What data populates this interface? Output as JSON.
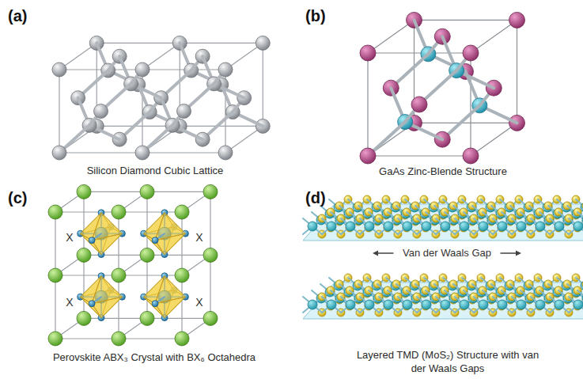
{
  "diagram": {
    "labels": [
      "(a)",
      "Silicon Diamond Cubic Lattice",
      "(b)",
      "GaAs Zinc-Blende Structure",
      "(c)",
      "X",
      "X",
      "X",
      "X",
      "Perovskite ABX₃ Crystal with BX₆ Octahedra",
      "(d)",
      "Van der Waals Gap",
      "Layered TMD (MoS₂) Structure with van der Waals Gaps"
    ]
  }
}
